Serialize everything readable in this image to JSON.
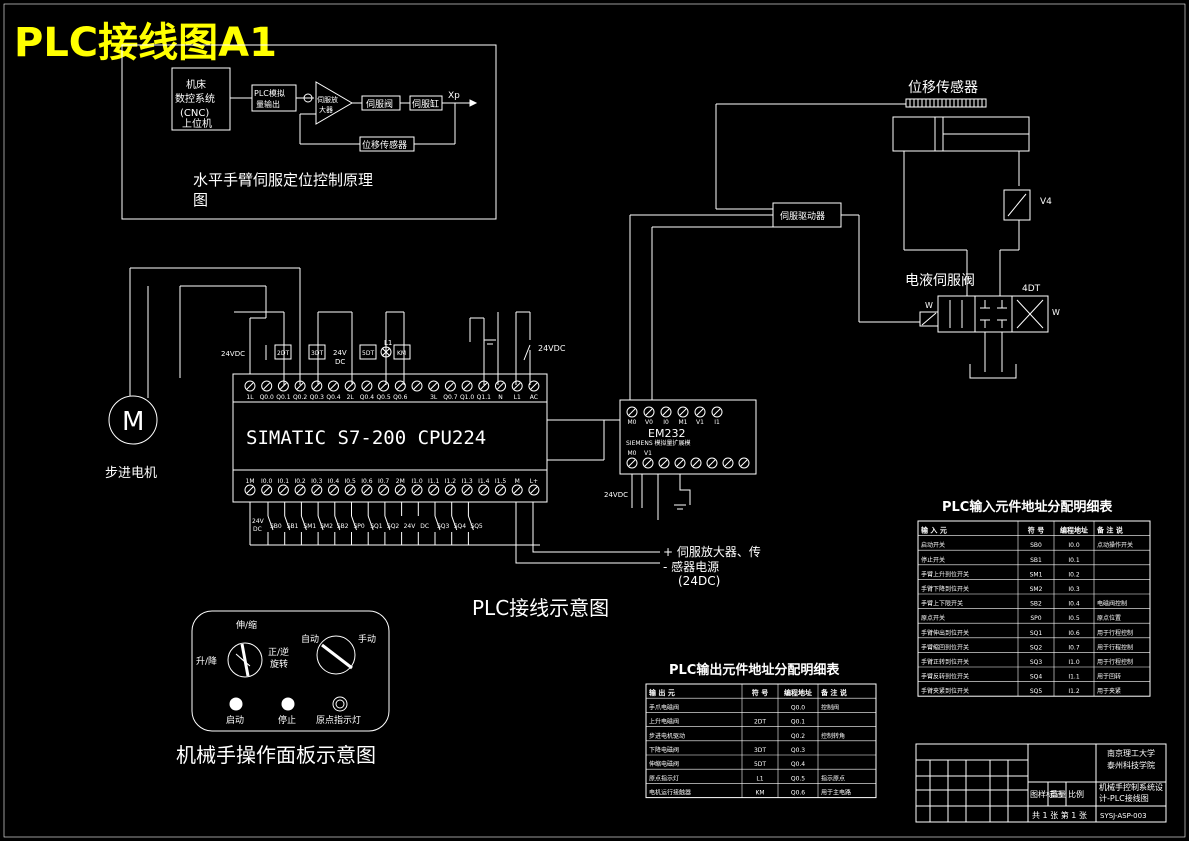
{
  "title": "PLC接线图A1",
  "block_diagram": {
    "cnc_line1": "机床",
    "cnc_line2": "数控系统",
    "cnc_line3": "(CNC)",
    "cnc_line4": "上位机",
    "plc_line1": "PLC模拟",
    "plc_line2": "量输出",
    "amp_line1": "伺服放",
    "amp_line2": "大器",
    "servo_valve": "伺服阀",
    "cylinder": "伺服缸",
    "output": "Xp",
    "sensor": "位移传感器",
    "caption_line1": "水平手臂伺服定位控制原理",
    "caption_line2": "图"
  },
  "hydraulic": {
    "sensor_label": "位移传感器",
    "driver": "伺服驱动器",
    "valve_label": "电液伺服阀",
    "v4": "V4",
    "coil_4dt": "4DT",
    "w_left": "W",
    "w_right": "W"
  },
  "plc": {
    "name": "SIMATIC S7-200 CPU224",
    "top_terminals": [
      "1L",
      "Q0.0",
      "Q0.1",
      "Q0.2",
      "Q0.3",
      "Q0.4",
      "2L",
      "Q0.4",
      "Q0.5",
      "Q0.6",
      "",
      "3L",
      "Q0.7",
      "Q1.0",
      "Q1.1",
      "N",
      "L1",
      "AC"
    ],
    "bottom_terminals": [
      "1M",
      "I0.0",
      "I0.1",
      "I0.2",
      "I0.3",
      "I0.4",
      "I0.5",
      "I0.6",
      "I0.7",
      "2M",
      "I1.0",
      "I1.1",
      "I1.2",
      "I1.3",
      "I1.4",
      "I1.5",
      "M",
      "L+"
    ],
    "supply_24v_left": "24VDC",
    "supply_24v_mid": "24V",
    "supply_dc_mid": "DC",
    "supply_24v_right": "24VDC",
    "coils": [
      "2DT",
      "3DT",
      "5DT",
      "KM"
    ],
    "lamp": "L1",
    "inputs_bottom": [
      "24V",
      "DC",
      "SB0",
      "SB1",
      "SM1",
      "SM2",
      "SB2",
      "SP0",
      "SQ1",
      "SQ2",
      "24V",
      "DC",
      "SQ3",
      "SQ4",
      "SQ5"
    ]
  },
  "em232": {
    "name": "EM232",
    "sub": "SIEMENS 模拟量扩展模",
    "top_terms": [
      "M0",
      "V0",
      "I0",
      "M1",
      "V1",
      "I1"
    ],
    "bottom_terms": [
      "M0",
      "V1"
    ],
    "supply": "24VDC"
  },
  "motor": {
    "symbol": "M",
    "label": "步进电机"
  },
  "power_note": {
    "line1": "+ 伺服放大器、传",
    "line2": "- 感器电源",
    "line3": "(24DC)"
  },
  "wiring_title": "PLC接线示意图",
  "panel": {
    "title": "机械手操作面板示意图",
    "knob1_top": "伸/缩",
    "knob1_left": "升/降",
    "knob1_right1": "正/逆",
    "knob1_right2": "旋转",
    "knob2_left": "自动",
    "knob2_right": "手动",
    "btn_start": "启动",
    "btn_stop": "停止",
    "btn_origin": "原点指示灯"
  },
  "input_table": {
    "title": "PLC输入元件地址分配明细表",
    "headers": [
      "输 入 元",
      "符 号",
      "编程地址",
      "备 注 说"
    ],
    "rows": [
      [
        "启动开关",
        "SB0",
        "I0.0",
        "点动操作开关"
      ],
      [
        "停止开关",
        "SB1",
        "I0.1",
        ""
      ],
      [
        "手臂上升到位开关",
        "SM1",
        "I0.2",
        ""
      ],
      [
        "手臂下降到位开关",
        "SM2",
        "I0.3",
        ""
      ],
      [
        "手臂上下限开关",
        "SB2",
        "I0.4",
        "电磁阀控制"
      ],
      [
        "原点开关",
        "SP0",
        "I0.5",
        "原点位置"
      ],
      [
        "手臂伸出到位开关",
        "SQ1",
        "I0.6",
        "用于行程控制"
      ],
      [
        "手臂缩回到位开关",
        "SQ2",
        "I0.7",
        "用于行程控制"
      ],
      [
        "手臂正转到位开关",
        "SQ3",
        "I1.0",
        "用于行程控制"
      ],
      [
        "手臂反转到位开关",
        "SQ4",
        "I1.1",
        "用于回转"
      ],
      [
        "手臂夹紧到位开关",
        "SQ5",
        "I1.2",
        "用于夹紧"
      ]
    ]
  },
  "output_table": {
    "title": "PLC输出元件地址分配明细表",
    "headers": [
      "输 出 元",
      "符 号",
      "编程地址",
      "备 注 说"
    ],
    "rows": [
      [
        "手爪电磁阀",
        "",
        "Q0.0",
        "控制阀"
      ],
      [
        "上升电磁阀",
        "2DT",
        "Q0.1",
        ""
      ],
      [
        "步进电机驱动",
        "",
        "Q0.2",
        "控制转角"
      ],
      [
        "下降电磁阀",
        "3DT",
        "Q0.3",
        ""
      ],
      [
        "伸缩电磁阀",
        "5DT",
        "Q0.4",
        ""
      ],
      [
        "原点指示灯",
        "L1",
        "Q0.5",
        "指示原点"
      ],
      [
        "电机运行接触器",
        "KM",
        "Q0.6",
        "用于主电路"
      ]
    ]
  },
  "title_block": {
    "school": "南京理工大学",
    "college": "泰州科技学院",
    "drawing_line1": "机械手控制系统设",
    "drawing_line2": "计-PLC接线图",
    "stage_label": "图样标记",
    "weight_label": "重量",
    "scale_label": "比例",
    "sheet_info": "共 1 张  第 1 张",
    "code": "SYSJ-ASP-003"
  }
}
